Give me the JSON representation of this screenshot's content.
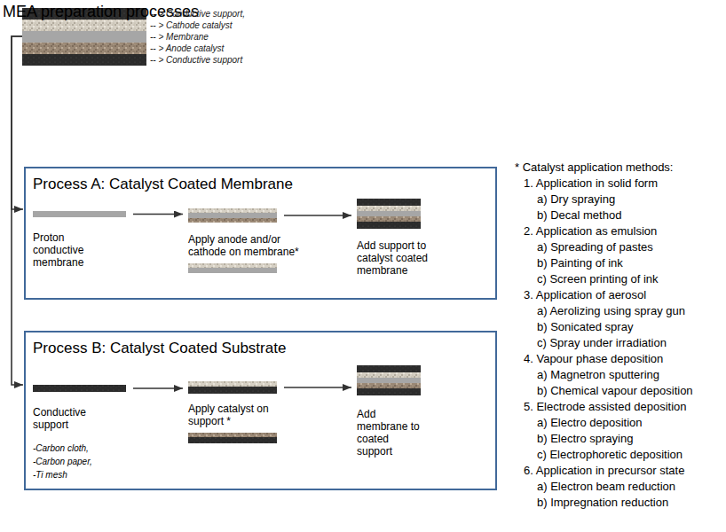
{
  "diagram": {
    "title": "MEA preparation processes",
    "nodes": [
      {
        "text": [
          "-- > Conductive support,",
          "-- > Cathode catalyst",
          "-- > Membrane",
          "-- > Anode catalyst",
          "-- > Conductive support"
        ]
      },
      {
        "text": [
          "Process A: Catalyst Coated Membrane"
        ]
      },
      {
        "text": [
          "Proton conductive membrane"
        ],
        "in": 1
      },
      {
        "text": [
          "Apply anode and/or cathode on membrane*"
        ],
        "in": 1
      },
      {
        "text": [
          "Add support to catalyst coated membrane"
        ],
        "in": 1
      },
      {
        "text": [
          "Process B: Catalyst Coated Substrate"
        ]
      },
      {
        "text": [
          "Conductive support",
          "-Carbon cloth,",
          "-Carbon paper,",
          "-Ti mesh"
        ],
        "in": 5
      },
      {
        "text": [
          "Apply catalyst on support *"
        ],
        "in": 5
      },
      {
        "text": [
          "Add membrane to coated support"
        ],
        "in": 5
      }
    ],
    "edges": [
      {
        "from": 0,
        "to": 1,
        "arrow": "to"
      },
      {
        "from": 0,
        "to": 5,
        "arrow": "to"
      },
      {
        "from": 2,
        "to": 3,
        "arrow": "to"
      },
      {
        "from": 3,
        "to": 4,
        "arrow": "to"
      },
      {
        "from": 6,
        "to": 7,
        "arrow": "to"
      },
      {
        "from": 7,
        "to": 8,
        "arrow": "to"
      }
    ],
    "labels": [
      "* Catalyst application methods:",
      "1. Application in solid form",
      "a) Dry spraying",
      "b) Decal method",
      "2. Application as emulsion",
      "a) Spreading of pastes",
      "b) Painting of ink",
      "c) Screen printing of ink",
      "3. Application of aerosol",
      "a) Aerolizing using spray gun",
      "b) Sonicated spray",
      "c) Spray under irradiation",
      "4. Vapour phase deposition",
      "a) Magnetron sputtering",
      "b) Chemical vapour deposition",
      "5. Electrode assisted deposition",
      "a) Electro deposition",
      "b) Electro spraying",
      "c) Electrophoretic deposition",
      "6. Application in precursor state",
      "a) Electron beam reduction",
      "b) Impregnation reduction"
    ]
  }
}
